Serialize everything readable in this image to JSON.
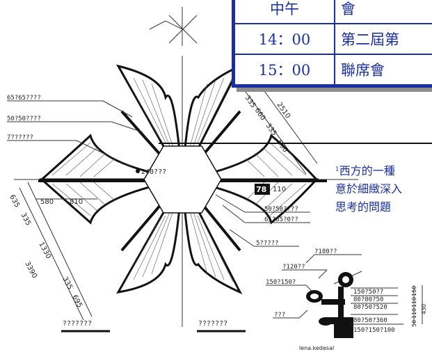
{
  "schedule": {
    "rows": [
      {
        "time": "中午",
        "event": "會"
      },
      {
        "time": "14：00",
        "event": "第二屆第"
      },
      {
        "time": "15：00",
        "event": "聯席會"
      }
    ]
  },
  "footnote": {
    "marker": "1",
    "lines": [
      "西方的一種",
      "意於細緻深入",
      "思考的問題"
    ]
  },
  "drawing": {
    "left_labels": [
      "65?65????",
      "50?50????",
      "7??????"
    ],
    "center_label": "240???",
    "right_labels": [
      "50?50????",
      "65?65?0??",
      "5?????"
    ],
    "right_dims": [
      "335",
      "660",
      "335",
      "590",
      "2510",
      "110"
    ],
    "left_dims": [
      "635",
      "335",
      "1330",
      "3390",
      "335",
      "695"
    ],
    "hdims": [
      "580",
      "810"
    ],
    "marker_label": "78",
    "bottom_captions": [
      "???????",
      "???????"
    ],
    "detail_labels": [
      "?180??",
      "?120??",
      "150?150?",
      "???"
    ],
    "detail_right_labels": [
      "150?50??",
      "80?80?50",
      "80?50?520",
      "80?50?360",
      "150?150?100"
    ],
    "detail_vdims": [
      "50",
      "110",
      "110",
      "150",
      "430"
    ],
    "detail_caption": "lena.kedesal"
  }
}
